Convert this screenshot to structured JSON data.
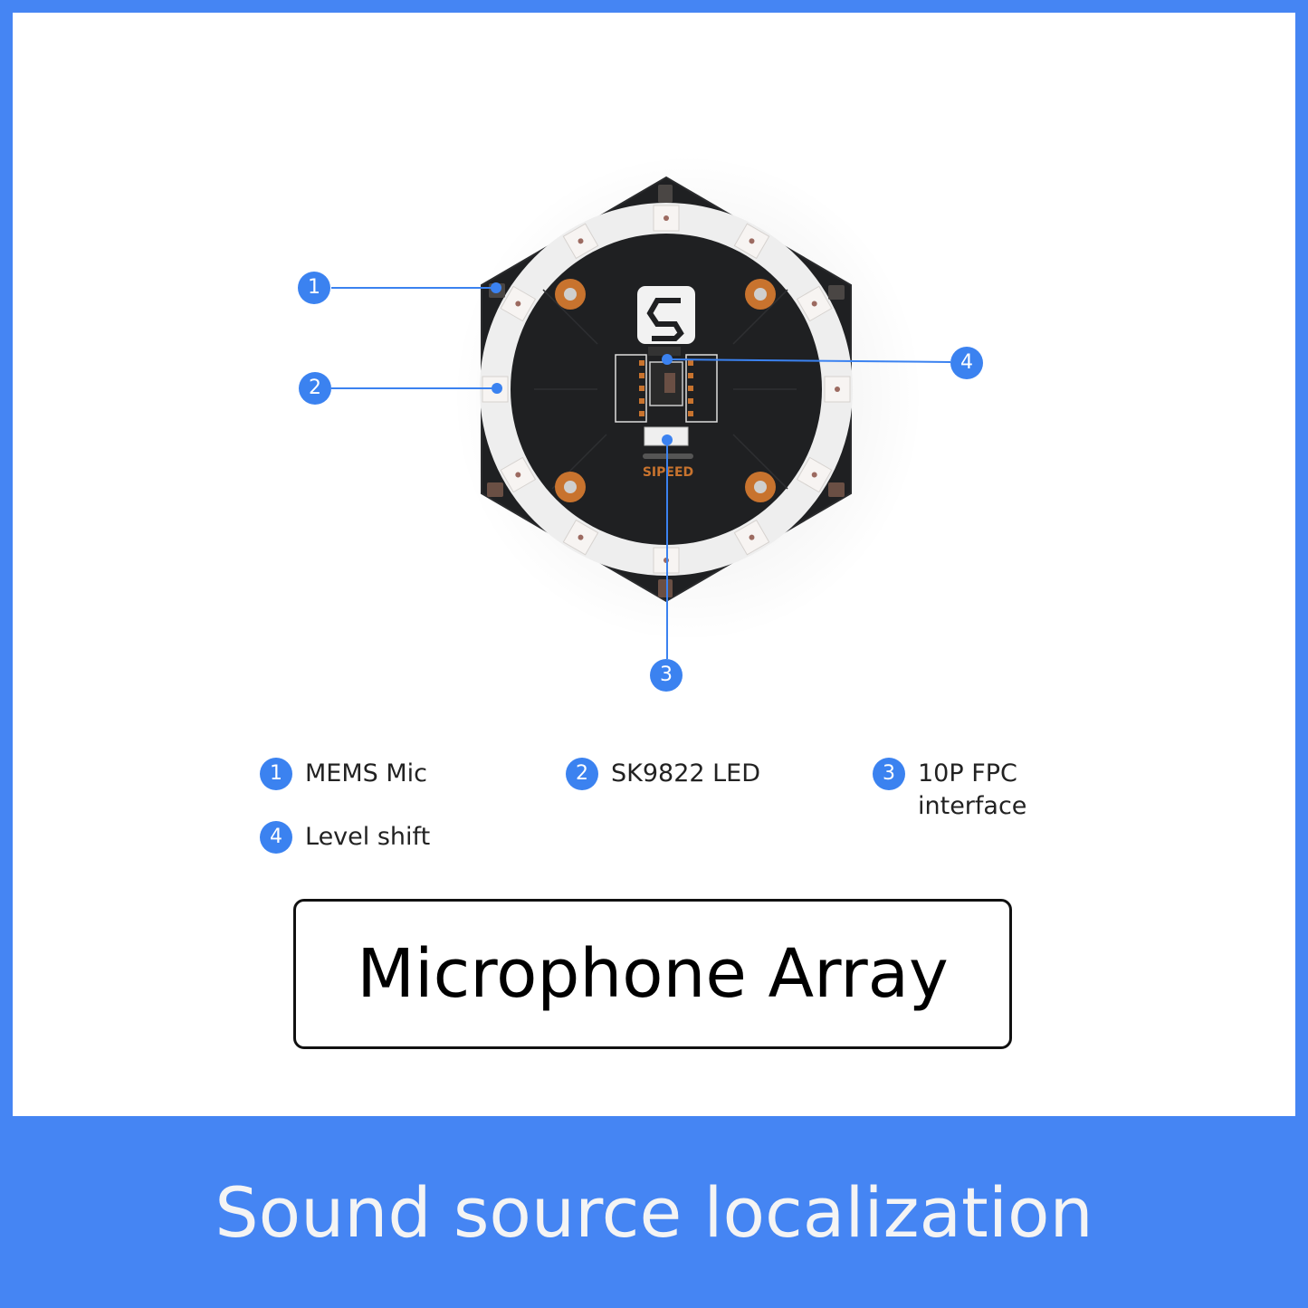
{
  "product": {
    "name": "Microphone Array",
    "tagline": "Sound source localization",
    "board_silkscreen": "SIPEED",
    "logo_letter": "S"
  },
  "callouts": [
    {
      "number": "1",
      "label": "MEMS Mic"
    },
    {
      "number": "2",
      "label": "SK9822 LED"
    },
    {
      "number": "3",
      "label": "10P FPC\ninterface"
    },
    {
      "number": "4",
      "label": "Level shift"
    }
  ],
  "colors": {
    "frame_blue": "#4585f3",
    "callout_blue": "#3b82f0",
    "board_black": "#1f2022",
    "ring_white": "#eeeeee",
    "pad_copper": "#c8732e"
  }
}
